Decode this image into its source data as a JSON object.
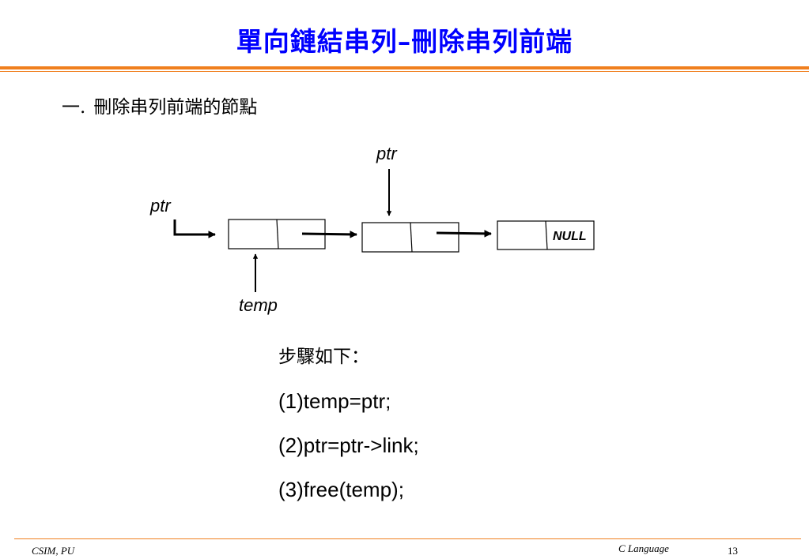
{
  "slide": {
    "title": "單向鏈結串列–刪除串列前端",
    "heading_number": "一.",
    "heading_text": "刪除串列前端的節點",
    "steps_title": "步驟如下：",
    "steps": [
      "(1)temp=ptr;",
      "(2)ptr=ptr->link;",
      "(3)free(temp);"
    ],
    "footer_left": "CSIM, PU",
    "footer_center": "C Language",
    "page_number": "13"
  },
  "diagram": {
    "labels": {
      "ptr_old": "ptr",
      "ptr_new": "ptr",
      "temp": "temp",
      "null_value": "NULL"
    }
  },
  "colors": {
    "title": "#0000ff",
    "rule": "#f07f1e",
    "text": "#000000"
  }
}
